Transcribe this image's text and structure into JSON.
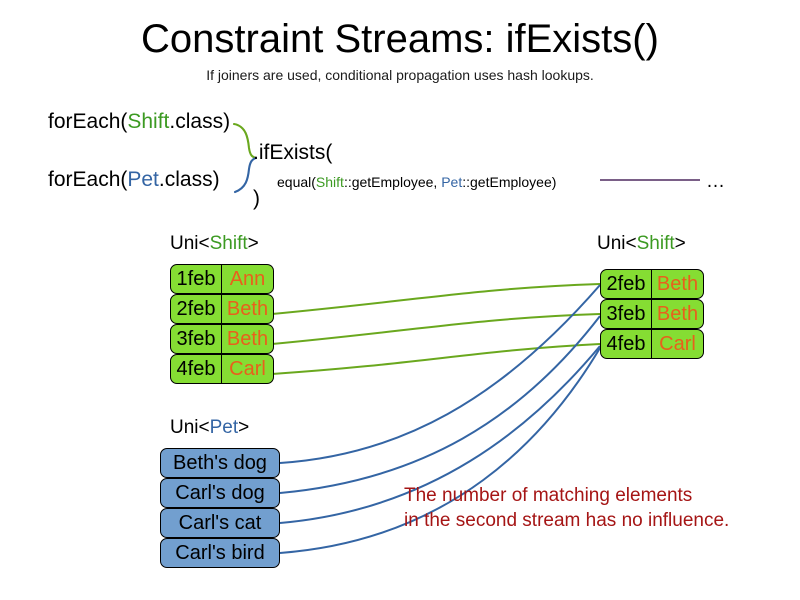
{
  "slide": {
    "title": "Constraint Streams: ifExists()",
    "subtitle": "If joiners are used, conditional propagation uses hash lookups."
  },
  "code": {
    "line1_prefix": "forEach(",
    "line1_type": "Shift",
    "line1_suffix": ".class)",
    "line2_prefix": "forEach(",
    "line2_type": "Pet",
    "line2_suffix": ".class)",
    "method_open": ".ifExists(",
    "joiner_prefix": "equal(",
    "joiner_left_type": "Shift",
    "joiner_left_ref": "::getEmployee, ",
    "joiner_right_type": "Pet",
    "joiner_right_ref": "::getEmployee)",
    "method_close": ")",
    "ellipsis": "…"
  },
  "streams": {
    "left_shift": {
      "label_prefix": "Uni<",
      "label_type": "Shift",
      "label_suffix": ">",
      "rows": [
        {
          "date": "1feb",
          "name": "Ann"
        },
        {
          "date": "2feb",
          "name": "Beth"
        },
        {
          "date": "3feb",
          "name": "Beth"
        },
        {
          "date": "4feb",
          "name": "Carl"
        }
      ]
    },
    "left_pet": {
      "label_prefix": "Uni<",
      "label_type": "Pet",
      "label_suffix": ">",
      "rows": [
        {
          "name": "Beth's dog"
        },
        {
          "name": "Carl's dog"
        },
        {
          "name": "Carl's cat"
        },
        {
          "name": "Carl's bird"
        }
      ]
    },
    "right_shift": {
      "label_prefix": "Uni<",
      "label_type": "Shift",
      "label_suffix": ">",
      "rows": [
        {
          "date": "2feb",
          "name": "Beth"
        },
        {
          "date": "3feb",
          "name": "Beth"
        },
        {
          "date": "4feb",
          "name": "Carl"
        }
      ]
    }
  },
  "note": {
    "line1": "The number of matching elements",
    "line2": "in the second stream has no influence."
  },
  "colors": {
    "shift_green": "#85dd33",
    "pet_blue": "#729fcf",
    "type_green": "#3c9a22",
    "type_blue": "#3465a4",
    "name_orange": "#e8601c",
    "note_red": "#a51515",
    "wire_green": "#6aa81e",
    "wire_blue": "#3465a4",
    "joiner_line": "#7a5f87"
  }
}
